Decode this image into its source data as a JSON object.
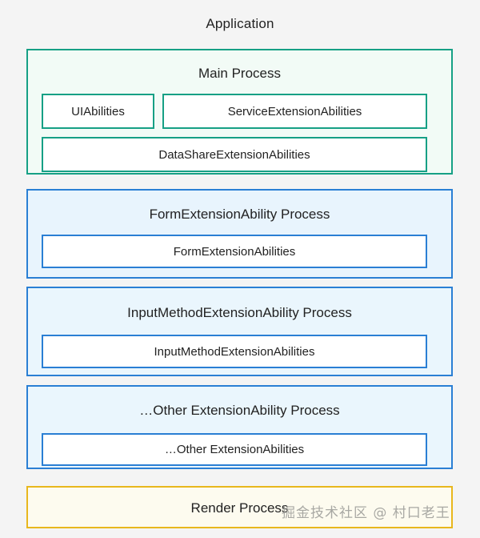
{
  "diagram": {
    "title": "Application",
    "processes": [
      {
        "key": "main",
        "title": "Main Process",
        "border_color": "#16a085",
        "fill_color": "#f2fbf6",
        "abilities": [
          {
            "label": "UIAbilities"
          },
          {
            "label": "ServiceExtensionAbilities"
          },
          {
            "label": "DataShareExtensionAbilities"
          }
        ]
      },
      {
        "key": "form",
        "title": "FormExtensionAbility Process",
        "border_color": "#2a7fd4",
        "fill_color": "#e8f4fd",
        "abilities": [
          {
            "label": "FormExtensionAbilities"
          }
        ]
      },
      {
        "key": "input",
        "title": "InputMethodExtensionAbility Process",
        "border_color": "#2a7fd4",
        "fill_color": "#eaf6fd",
        "abilities": [
          {
            "label": "InputMethodExtensionAbilities"
          }
        ]
      },
      {
        "key": "other",
        "title": "…Other ExtensionAbility Process",
        "border_color": "#2a7fd4",
        "fill_color": "#eaf6fd",
        "abilities": [
          {
            "label": "…Other ExtensionAbilities"
          }
        ]
      },
      {
        "key": "render",
        "title": "Render Process",
        "border_color": "#e8b71d",
        "fill_color": "#fdfbef",
        "abilities": []
      }
    ]
  },
  "watermark": {
    "text": "掘金技术社区 @ 村口老王"
  },
  "colors": {
    "background": "#f4f4f4",
    "teal": "#16a085",
    "blue": "#2a7fd4",
    "gold": "#e8b71d",
    "text": "#222222"
  }
}
